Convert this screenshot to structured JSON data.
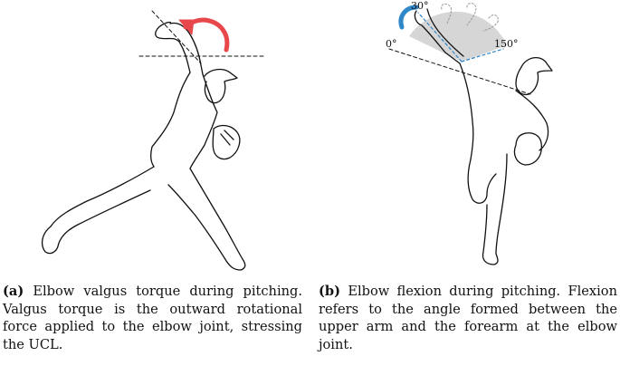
{
  "panel_a": {
    "caption_label": "(a)",
    "caption_text": "Elbow valgus torque during pitching. Valgus torque is the outward rotational force applied to the elbow joint, stressing the UCL.",
    "arrow_color": "#e8474c"
  },
  "panel_b": {
    "caption_label": "(b)",
    "caption_text": "Elbow flexion during pitching. Flexion refers to the angle formed between the upper arm and the forearm at the elbow joint.",
    "angle_labels": [
      "30°",
      "0°",
      "150°"
    ],
    "arc_color": "#2f86c8",
    "guide_color": "#2f86c8",
    "sector_color": "#c8c8c8"
  }
}
